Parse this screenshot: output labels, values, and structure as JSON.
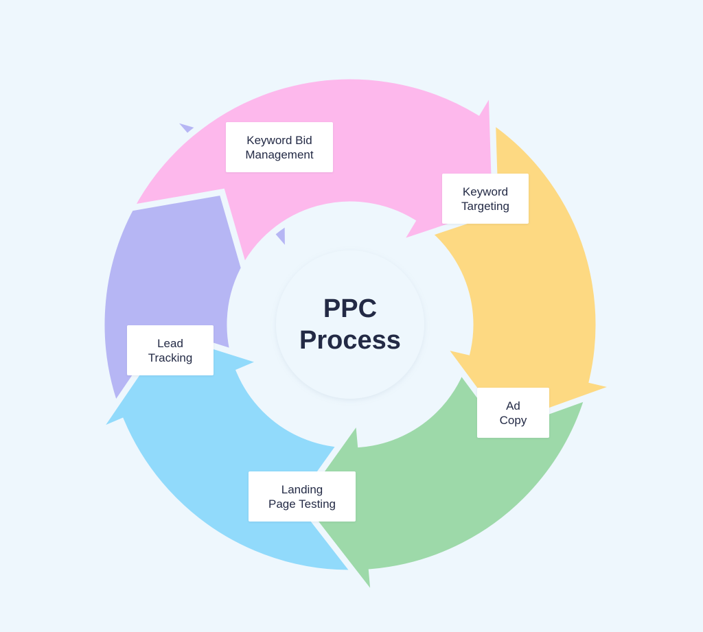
{
  "center": {
    "title": "PPC\nProcess"
  },
  "steps": [
    {
      "id": "keyword-bid-management",
      "label": "Keyword Bid\nManagement",
      "color": "#fdb8ec"
    },
    {
      "id": "keyword-targeting",
      "label": "Keyword\nTargeting",
      "color": "#fdd982"
    },
    {
      "id": "ad-copy",
      "label": "Ad\nCopy",
      "color": "#9dd9a9"
    },
    {
      "id": "landing-page-testing",
      "label": "Landing\nPage Testing",
      "color": "#91dafb"
    },
    {
      "id": "lead-tracking",
      "label": "Lead\nTracking",
      "color": "#b6b6f4"
    }
  ],
  "colors": {
    "background": "#eef7fd",
    "center_circle": "#eef7fd",
    "text": "#232a45",
    "label_box": "#ffffff"
  }
}
